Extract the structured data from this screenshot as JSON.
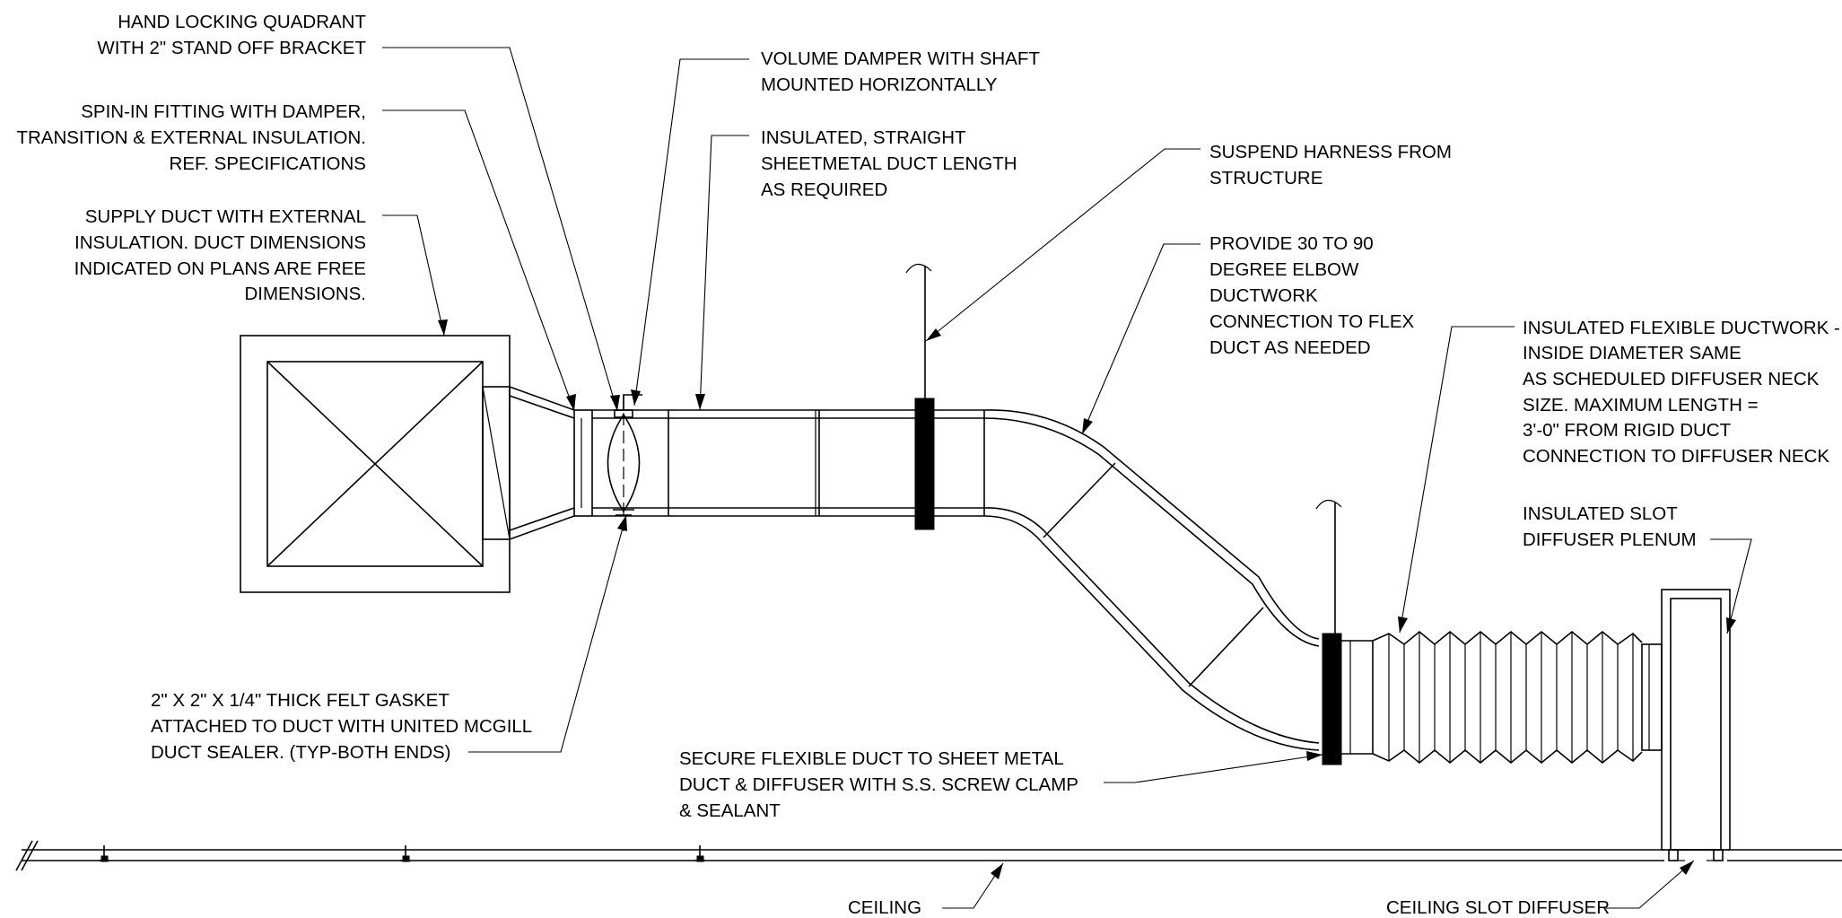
{
  "labels": {
    "quadrant": [
      "HAND LOCKING QUADRANT",
      "WITH 2\" STAND OFF BRACKET"
    ],
    "spin_in": [
      "SPIN-IN FITTING WITH DAMPER,",
      "TRANSITION & EXTERNAL INSULATION.",
      "REF. SPECIFICATIONS"
    ],
    "supply_duct": [
      "SUPPLY DUCT WITH EXTERNAL",
      "INSULATION. DUCT DIMENSIONS",
      "INDICATED ON PLANS ARE FREE",
      "DIMENSIONS."
    ],
    "volume_damper": [
      "VOLUME DAMPER WITH SHAFT",
      "MOUNTED HORIZONTALLY"
    ],
    "straight_duct": [
      "INSULATED, STRAIGHT",
      "SHEETMETAL DUCT LENGTH",
      "AS REQUIRED"
    ],
    "harness": [
      "SUSPEND HARNESS FROM",
      "STRUCTURE"
    ],
    "elbow": [
      "PROVIDE 30 TO 90",
      "DEGREE ELBOW",
      "DUCTWORK",
      "CONNECTION TO FLEX",
      "DUCT AS NEEDED"
    ],
    "flex_duct": [
      "INSULATED FLEXIBLE DUCTWORK -",
      "INSIDE DIAMETER SAME",
      "AS SCHEDULED DIFFUSER NECK",
      "SIZE.  MAXIMUM LENGTH =",
      "3'-0\" FROM RIGID DUCT",
      "CONNECTION TO DIFFUSER NECK"
    ],
    "slot_plenum": [
      "INSULATED SLOT",
      "DIFFUSER PLENUM"
    ],
    "gasket": [
      "2\" X 2\" X 1/4\" THICK FELT GASKET",
      "ATTACHED TO DUCT WITH UNITED MCGILL",
      "DUCT SEALER. (TYP-BOTH ENDS)"
    ],
    "clamp": [
      "SECURE FLEXIBLE DUCT TO SHEET METAL",
      "DUCT & DIFFUSER WITH S.S. SCREW CLAMP",
      "& SEALANT"
    ],
    "ceiling": [
      "CEILING"
    ],
    "slot_diffuser": [
      "CEILING SLOT DIFFUSER"
    ]
  }
}
